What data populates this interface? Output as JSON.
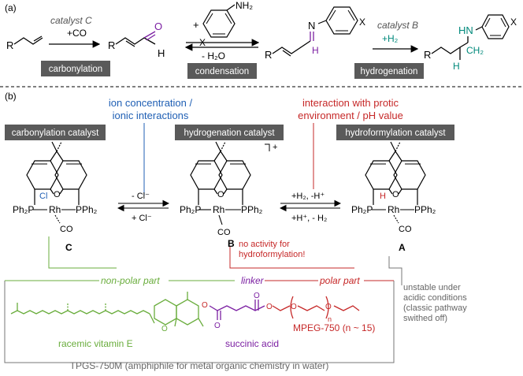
{
  "panel_a": {
    "label": "(a)",
    "step1": {
      "catalyst": "catalyst C",
      "reagent": "+CO",
      "box": "carbonylation"
    },
    "step2": {
      "reagent_top": "+",
      "reagent_bottom": "- H₂O",
      "box": "condensation"
    },
    "step3": {
      "catalyst": "catalyst B",
      "reagent": "+H₂",
      "box": "hydrogenation"
    },
    "atoms": {
      "R": "R",
      "O": "O",
      "H": "H",
      "N": "N",
      "NH2": "NH₂",
      "X": "X",
      "HN": "HN",
      "CH2": "CH₂"
    }
  },
  "panel_b": {
    "label": "(b)",
    "ion_note": [
      "ion concentration /",
      "ionic interactions"
    ],
    "protic_note": [
      "interaction with protic",
      "environment / pH value"
    ],
    "catalysts": {
      "C": {
        "box": "carbonylation catalyst",
        "label": "C"
      },
      "B": {
        "box": "hydrogenation catalyst",
        "label": "B",
        "charge": "+"
      },
      "A": {
        "box": "hydroformylation catalyst",
        "label": "A"
      }
    },
    "atoms": {
      "Ph2P": "Ph₂P",
      "PPh2": "PPh₂",
      "Rh": "Rh",
      "Cl": "Cl",
      "O": "O",
      "CO": "CO",
      "H": "H"
    },
    "eq1": {
      "top": "- Cl⁻",
      "bottom": "+ Cl⁻"
    },
    "eq2": {
      "top": "+H₂, -H⁺",
      "bottom": "+H⁺, - H₂"
    },
    "b_note": [
      "no activity for",
      "hydroformylation!"
    ],
    "a_note": [
      "unstable under",
      "acidic conditions",
      "(classic pathway",
      "swithed off)"
    ],
    "tpgs": {
      "nonpolar": "non-polar part",
      "linker": "linker",
      "polar": "polar part",
      "vitamin_e": "racemic vitamin E",
      "succinic": "succinic acid",
      "mpeg": "MPEG-750 (n ~ 15)",
      "n": "n",
      "caption": "TPGS-750M (amphiphile for metal organic chemistry in water)"
    }
  },
  "colors": {
    "purple": "#7b1fa2",
    "teal": "#00897b",
    "green": "#6aad3d",
    "red": "#c62828",
    "blue": "#1f5fb4",
    "gray": "#777777",
    "box": "#5a5a5a"
  }
}
